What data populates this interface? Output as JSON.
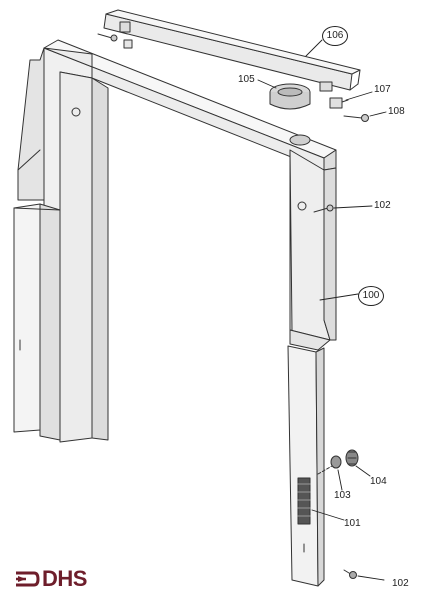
{
  "callouts": [
    {
      "id": "c106",
      "text": "106",
      "circled": true
    },
    {
      "id": "c105",
      "text": "105",
      "circled": false
    },
    {
      "id": "c107",
      "text": "107",
      "circled": false
    },
    {
      "id": "c108",
      "text": "108",
      "circled": false
    },
    {
      "id": "c102a",
      "text": "102",
      "circled": false
    },
    {
      "id": "c100",
      "text": "100",
      "circled": true
    },
    {
      "id": "c104",
      "text": "104",
      "circled": false
    },
    {
      "id": "c103",
      "text": "103",
      "circled": false
    },
    {
      "id": "c101",
      "text": "101",
      "circled": false
    },
    {
      "id": "c102b",
      "text": "102",
      "circled": false
    }
  ],
  "logo": {
    "text": "DHS",
    "color": "#6e1e2b"
  }
}
